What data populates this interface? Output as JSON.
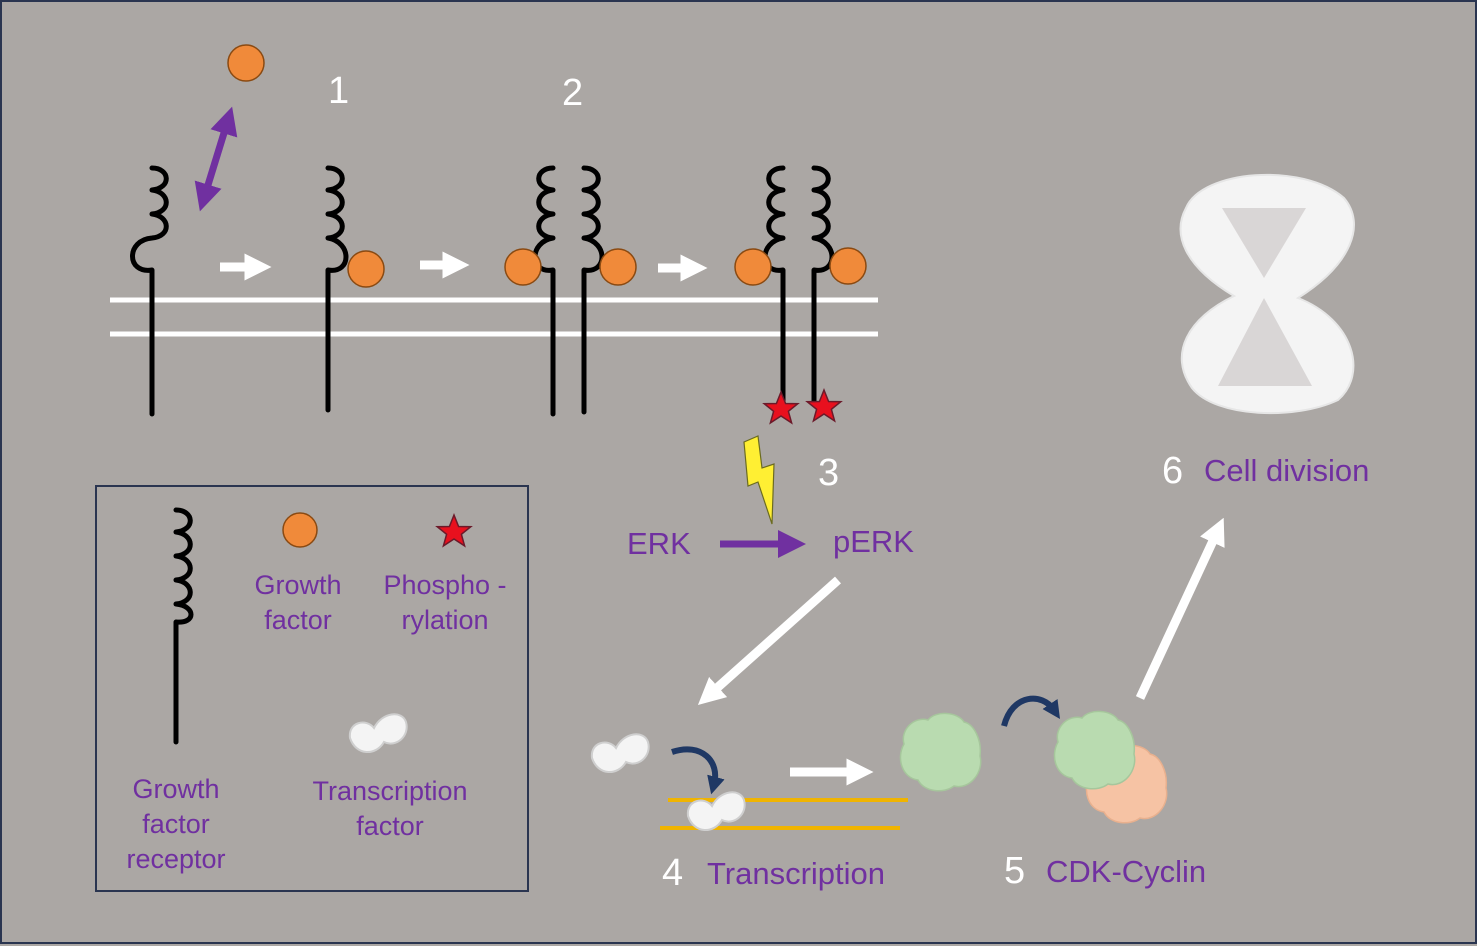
{
  "steps": {
    "s1": "1",
    "s2": "2",
    "s3": "3",
    "s4": "4",
    "s5": "5",
    "s6": "6"
  },
  "labels": {
    "erk": "ERK",
    "perk": "pERK",
    "transcription": "Transcription",
    "cdk_cyclin": "CDK-Cyclin",
    "cell_division": "Cell division"
  },
  "legend": {
    "growth_factor": "Growth factor",
    "phosphorylation": "Phospho -rylation",
    "receptor": "Growth factor receptor",
    "transcription_factor": "Transcription factor"
  },
  "colors": {
    "background": "#aba7a4",
    "growth_factor": "#f08a3a",
    "phosphorylation": "#e8101e",
    "label_purple": "#7030a0",
    "dna": "#f0b400",
    "cdk": "#b9dbb0",
    "cyclin": "#f6c3a4",
    "curved_arrow": "#1f3864"
  },
  "icons": [
    "receptor-icon",
    "growth-factor-icon",
    "phosphorylation-star-icon",
    "lightning-icon",
    "transcription-factor-icon",
    "cdk-icon",
    "cyclin-icon",
    "dividing-cell-icon"
  ]
}
